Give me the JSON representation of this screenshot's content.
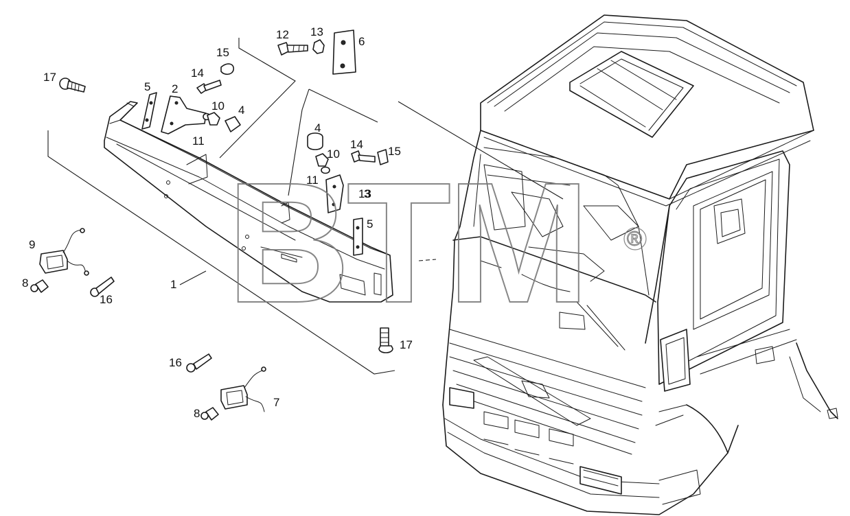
{
  "watermark": {
    "text": "BTM",
    "registered": "®"
  },
  "callouts": {
    "c1": "1",
    "c2": "2",
    "c3": "3",
    "c4a": "4",
    "c4b": "4",
    "c5a": "5",
    "c5b": "5",
    "c6": "6",
    "c7": "7",
    "c8a": "8",
    "c8b": "8",
    "c9": "9",
    "c10a": "10",
    "c10b": "10",
    "c11a": "11",
    "c11b": "11",
    "c12": "12",
    "c13a": "13",
    "c13b": "13",
    "c14a": "14",
    "c14b": "14",
    "c15a": "15",
    "c15b": "15",
    "c16a": "16",
    "c16b": "16",
    "c17a": "17",
    "c17b": "17"
  }
}
